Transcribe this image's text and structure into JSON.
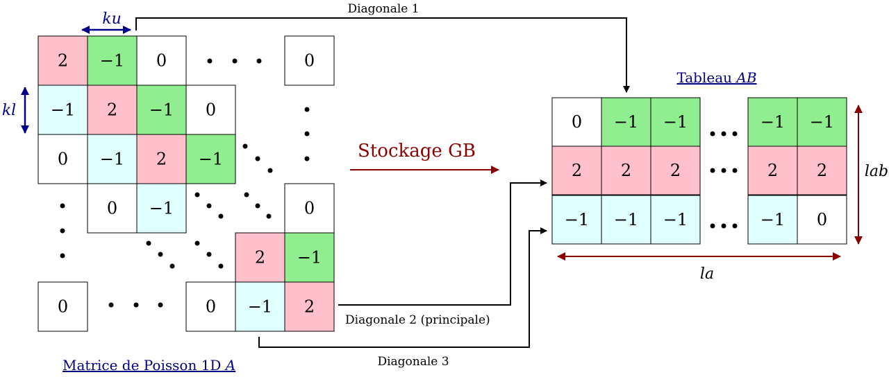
{
  "colors": {
    "pink": "#ffc0cb",
    "green": "#90ee90",
    "cyan": "#e0ffff",
    "blue": "#00008b",
    "darkred": "#8b0000",
    "navy": "#000080"
  },
  "matrix": {
    "title": "Matrice de Poisson 1D",
    "title_var": "A",
    "cells": [
      {
        "row": 0,
        "col": 0,
        "text": "2",
        "fill": "pink"
      },
      {
        "row": 0,
        "col": 1,
        "text": "−1",
        "fill": "green"
      },
      {
        "row": 0,
        "col": 2,
        "text": "0",
        "fill": "white"
      },
      {
        "row": 0,
        "col": 5,
        "text": "0",
        "fill": "white"
      },
      {
        "row": 1,
        "col": 0,
        "text": "−1",
        "fill": "cyan"
      },
      {
        "row": 1,
        "col": 1,
        "text": "2",
        "fill": "pink"
      },
      {
        "row": 1,
        "col": 2,
        "text": "−1",
        "fill": "green"
      },
      {
        "row": 1,
        "col": 3,
        "text": "0",
        "fill": "white"
      },
      {
        "row": 2,
        "col": 0,
        "text": "0",
        "fill": "white"
      },
      {
        "row": 2,
        "col": 1,
        "text": "−1",
        "fill": "cyan"
      },
      {
        "row": 2,
        "col": 2,
        "text": "2",
        "fill": "pink"
      },
      {
        "row": 2,
        "col": 3,
        "text": "−1",
        "fill": "green"
      },
      {
        "row": 3,
        "col": 1,
        "text": "0",
        "fill": "white"
      },
      {
        "row": 3,
        "col": 2,
        "text": "−1",
        "fill": "cyan"
      },
      {
        "row": 3,
        "col": 5,
        "text": "0",
        "fill": "white"
      },
      {
        "row": 4,
        "col": 4,
        "text": "2",
        "fill": "pink"
      },
      {
        "row": 4,
        "col": 5,
        "text": "−1",
        "fill": "green"
      },
      {
        "row": 5,
        "col": 0,
        "text": "0",
        "fill": "white"
      },
      {
        "row": 5,
        "col": 3,
        "text": "0",
        "fill": "white"
      },
      {
        "row": 5,
        "col": 4,
        "text": "−1",
        "fill": "cyan"
      },
      {
        "row": 5,
        "col": 5,
        "text": "2",
        "fill": "pink"
      }
    ],
    "ku_label": "ku",
    "kl_label": "kl"
  },
  "arrow_label": "Stockage GB",
  "table": {
    "title": "Tableau",
    "title_var": "AB",
    "rows": [
      {
        "text": [
          "0",
          "−1",
          "−1",
          "−1",
          "−1"
        ],
        "fill": [
          "white",
          "green",
          "green",
          "green",
          "green"
        ]
      },
      {
        "text": [
          "2",
          "2",
          "2",
          "2",
          "2"
        ],
        "fill": [
          "pink",
          "pink",
          "pink",
          "pink",
          "pink"
        ]
      },
      {
        "text": [
          "−1",
          "−1",
          "−1",
          "−1",
          "0"
        ],
        "fill": [
          "cyan",
          "cyan",
          "cyan",
          "cyan",
          "white"
        ]
      }
    ],
    "la_label": "la",
    "lab_label": "lab"
  },
  "diagonals": {
    "d1": "Diagonale 1",
    "d2": "Diagonale 2 (principale)",
    "d3": "Diagonale 3"
  }
}
